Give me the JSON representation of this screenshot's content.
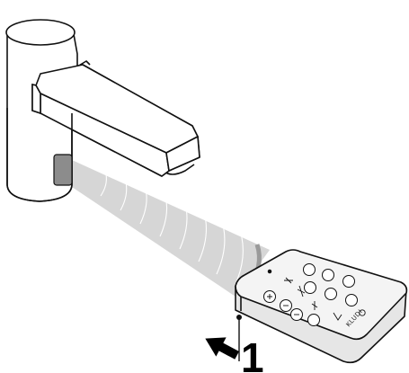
{
  "diagram": {
    "callout_number": "1",
    "remote_brand": "KLUDI",
    "colors": {
      "outline": "#111111",
      "sensor_window": "#8c8c8c",
      "beam_fill": "#d6d6d6",
      "beam_band": "#9a9a9a",
      "remote_face": "#f4f4f4",
      "remote_side": "#e6e6e6"
    },
    "icons": [
      "faucet-body",
      "faucet-spout",
      "infrared-sensor-window",
      "infrared-beam",
      "remote-control",
      "remote-ir-emitter",
      "callout-arrow"
    ]
  }
}
